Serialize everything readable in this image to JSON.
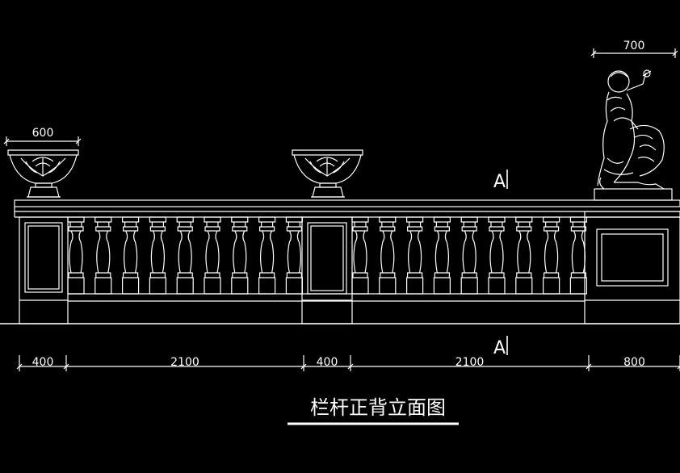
{
  "drawing": {
    "title": "栏杆正背立面图",
    "section_marks": [
      "A",
      "A"
    ],
    "top_dimensions": {
      "left_urn": "600",
      "statue": "700"
    },
    "bottom_dimensions": [
      "400",
      "2100",
      "400",
      "2100",
      "800"
    ],
    "colors": {
      "background": "#000000",
      "line": "#ffffff"
    }
  }
}
